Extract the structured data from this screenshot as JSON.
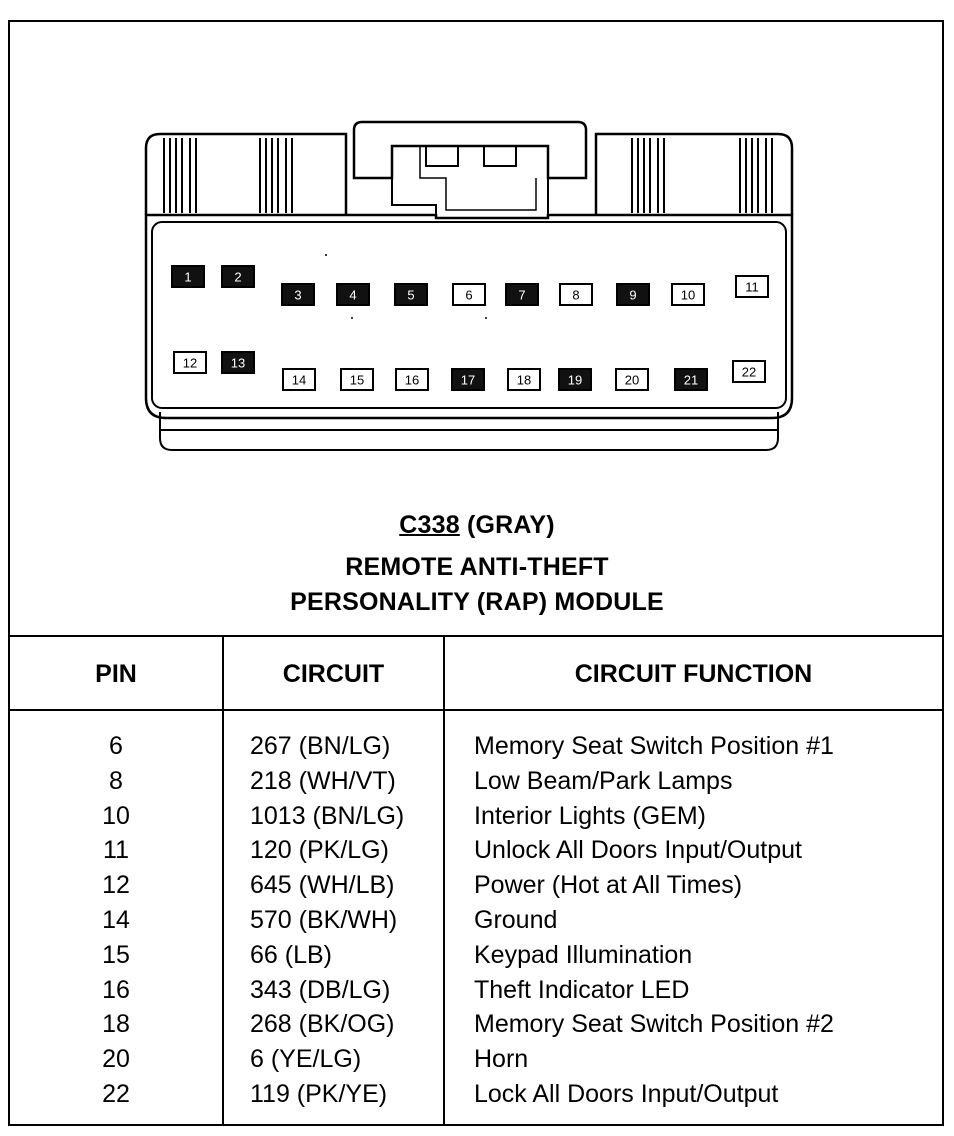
{
  "connector": {
    "id": "C338",
    "color_label": "(GRAY)",
    "line1": "REMOTE ANTI-THEFT",
    "line2": "PERSONALITY (RAP) MODULE"
  },
  "pins_top": [
    {
      "num": "1",
      "filled": true
    },
    {
      "num": "2",
      "filled": true
    },
    {
      "num": "3",
      "filled": true
    },
    {
      "num": "4",
      "filled": true
    },
    {
      "num": "5",
      "filled": true
    },
    {
      "num": "6",
      "filled": false
    },
    {
      "num": "7",
      "filled": true
    },
    {
      "num": "8",
      "filled": false
    },
    {
      "num": "9",
      "filled": true
    },
    {
      "num": "10",
      "filled": false
    },
    {
      "num": "11",
      "filled": false
    }
  ],
  "pins_bottom": [
    {
      "num": "12",
      "filled": false
    },
    {
      "num": "13",
      "filled": true
    },
    {
      "num": "14",
      "filled": false
    },
    {
      "num": "15",
      "filled": false
    },
    {
      "num": "16",
      "filled": false
    },
    {
      "num": "17",
      "filled": true
    },
    {
      "num": "18",
      "filled": false
    },
    {
      "num": "19",
      "filled": true
    },
    {
      "num": "20",
      "filled": false
    },
    {
      "num": "21",
      "filled": true
    },
    {
      "num": "22",
      "filled": false
    }
  ],
  "table": {
    "headers": {
      "pin": "PIN",
      "circuit": "CIRCUIT",
      "function": "CIRCUIT FUNCTION"
    },
    "rows": [
      {
        "pin": "6",
        "circuit": "267 (BN/LG)",
        "function": "Memory Seat Switch Position #1"
      },
      {
        "pin": "8",
        "circuit": "218 (WH/VT)",
        "function": "Low Beam/Park Lamps"
      },
      {
        "pin": "10",
        "circuit": "1013 (BN/LG)",
        "function": "Interior Lights (GEM)"
      },
      {
        "pin": "11",
        "circuit": "120 (PK/LG)",
        "function": "Unlock All Doors Input/Output"
      },
      {
        "pin": "12",
        "circuit": "645 (WH/LB)",
        "function": "Power (Hot at All Times)"
      },
      {
        "pin": "14",
        "circuit": "570 (BK/WH)",
        "function": "Ground"
      },
      {
        "pin": "15",
        "circuit": "66 (LB)",
        "function": "Keypad Illumination"
      },
      {
        "pin": "16",
        "circuit": "343 (DB/LG)",
        "function": "Theft Indicator LED"
      },
      {
        "pin": "18",
        "circuit": "268 (BK/OG)",
        "function": "Memory Seat Switch Position #2"
      },
      {
        "pin": "20",
        "circuit": "6 (YE/LG)",
        "function": "Horn"
      },
      {
        "pin": "22",
        "circuit": "119 (PK/YE)",
        "function": "Lock All Doors Input/Output"
      }
    ]
  }
}
